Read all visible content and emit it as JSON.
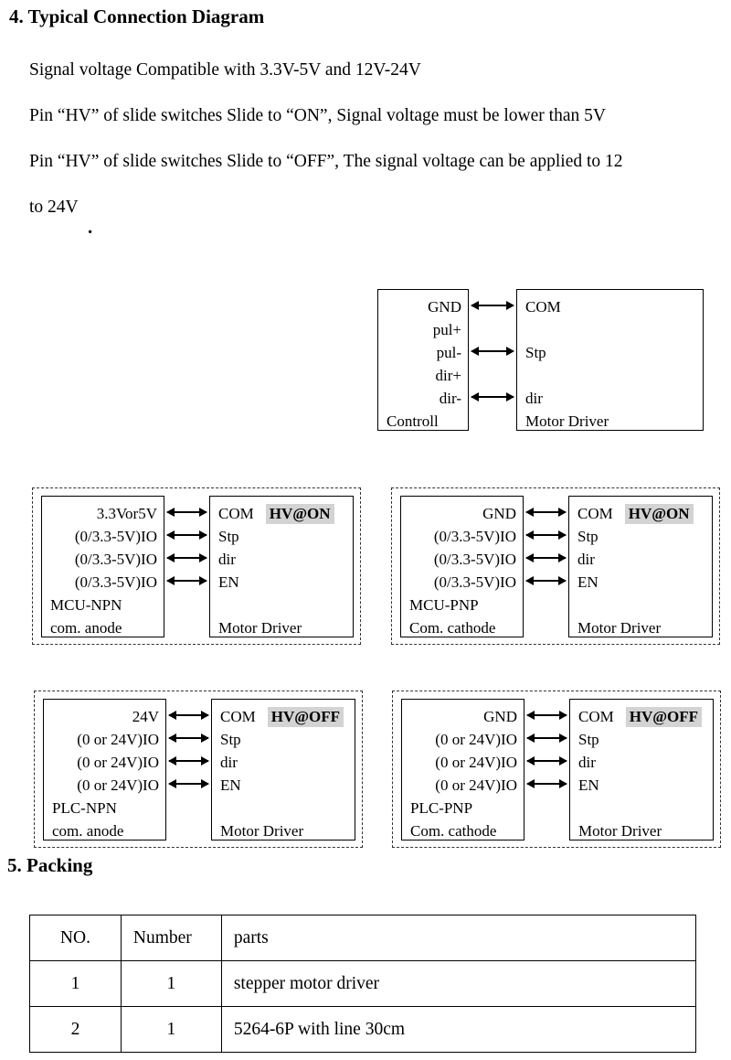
{
  "section4": {
    "title": "4. Typical Connection Diagram",
    "paragraphs": [
      "Signal voltage Compatible with 3.3V-5V and 12V-24V",
      "Pin “HV” of slide switches Slide to “ON”, Signal voltage must be lower than 5V",
      "Pin “HV” of slide switches Slide to “OFF”, The signal voltage can be applied to 12",
      "to 24V"
    ],
    "stray_period": "."
  },
  "top_diagram": {
    "controller": {
      "pins": [
        "GND",
        "pul+",
        "pul-",
        "dir+",
        "dir-"
      ],
      "label": "Controll"
    },
    "driver": {
      "pins": [
        "COM",
        "Stp",
        "dir"
      ],
      "label": "Motor Driver"
    }
  },
  "diagrams": [
    {
      "left": {
        "pins": [
          "3.3Vor5V",
          "(0/3.3-5V)IO",
          "(0/3.3-5V)IO",
          "(0/3.3-5V)IO"
        ],
        "label1": "MCU-NPN",
        "label2": "com. anode"
      },
      "right": {
        "pins": [
          "COM",
          "Stp",
          "dir",
          "EN"
        ],
        "badge": "HV@ON",
        "label": "Motor Driver"
      }
    },
    {
      "left": {
        "pins": [
          "GND",
          "(0/3.3-5V)IO",
          "(0/3.3-5V)IO",
          "(0/3.3-5V)IO"
        ],
        "label1": "MCU-PNP",
        "label2": "Com. cathode"
      },
      "right": {
        "pins": [
          "COM",
          "Stp",
          "dir",
          "EN"
        ],
        "badge": "HV@ON",
        "label": "Motor Driver"
      }
    },
    {
      "left": {
        "pins": [
          "24V",
          "(0 or 24V)IO",
          "(0 or 24V)IO",
          "(0 or 24V)IO"
        ],
        "label1": "PLC-NPN",
        "label2": "com. anode"
      },
      "right": {
        "pins": [
          "COM",
          "Stp",
          "dir",
          "EN"
        ],
        "badge": "HV@OFF",
        "label": "Motor Driver"
      }
    },
    {
      "left": {
        "pins": [
          "GND",
          "(0 or 24V)IO",
          "(0 or 24V)IO",
          "(0 or 24V)IO"
        ],
        "label1": "PLC-PNP",
        "label2": "Com. cathode"
      },
      "right": {
        "pins": [
          "COM",
          "Stp",
          "dir",
          "EN"
        ],
        "badge": "HV@OFF",
        "label": "Motor Driver"
      }
    }
  ],
  "section5": {
    "title": "5. Packing",
    "table": {
      "headers": [
        "NO.",
        "Number",
        "parts"
      ],
      "rows": [
        [
          "1",
          "1",
          "stepper motor driver"
        ],
        [
          "2",
          "1",
          "5264-6P with line 30cm"
        ]
      ]
    }
  },
  "colors": {
    "badge_bg": "#d3d3d3",
    "text": "#000000"
  }
}
